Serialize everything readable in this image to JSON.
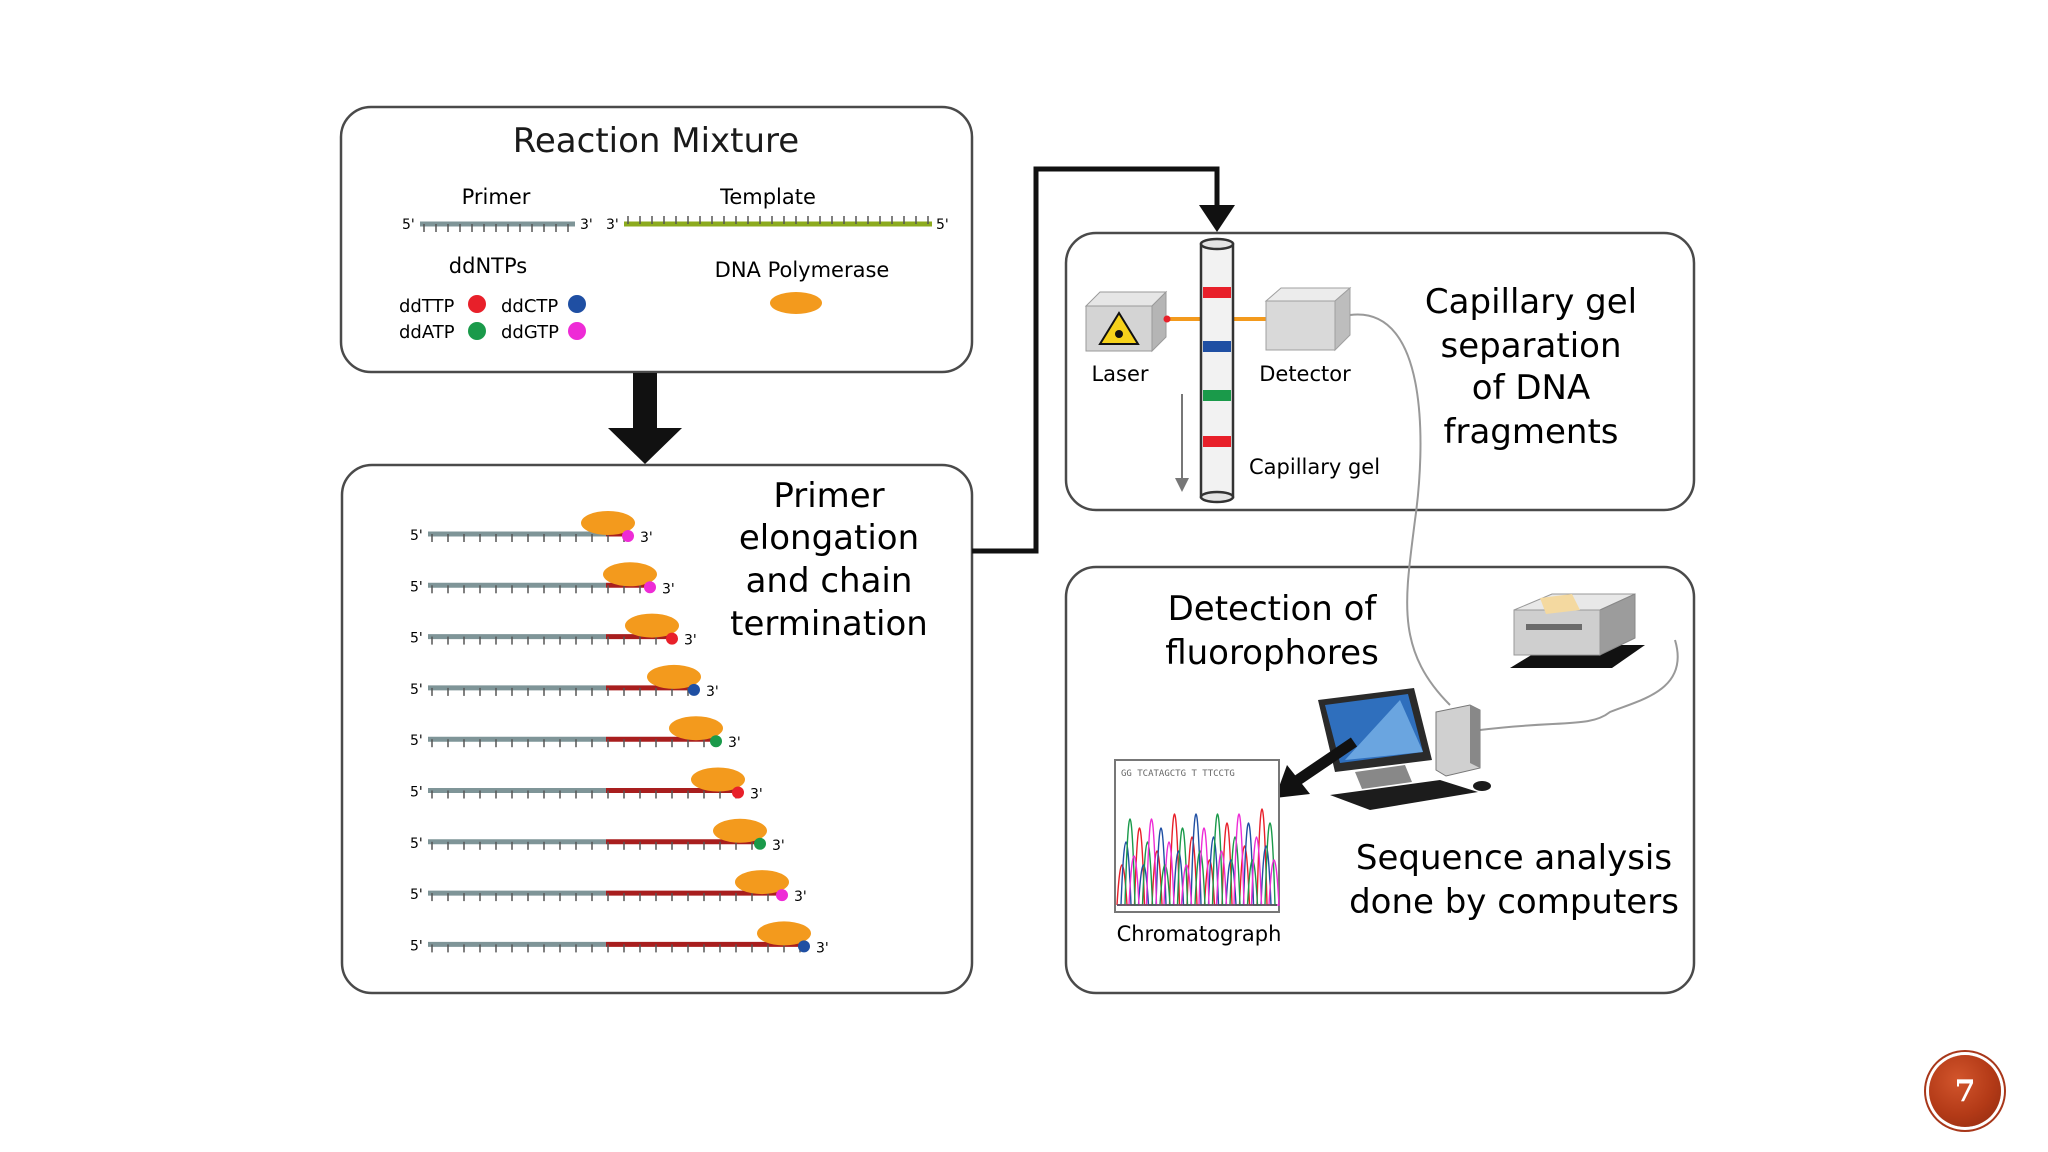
{
  "reaction_mixture": {
    "title": "Reaction Mixture",
    "primer_label": "Primer",
    "template_label": "Template",
    "primer_5": "5'",
    "primer_3": "3'",
    "template_3": "3'",
    "template_5": "5'",
    "ddntps_label": "ddNTPs",
    "polymerase_label": "DNA Polymerase",
    "ddntps": [
      {
        "label": "ddTTP",
        "color": "#e8202a"
      },
      {
        "label": "ddCTP",
        "color": "#1f4fa3"
      },
      {
        "label": "ddATP",
        "color": "#1a9a4a"
      },
      {
        "label": "ddGTP",
        "color": "#ee2bd6"
      }
    ]
  },
  "elongation": {
    "title_lines": [
      "Primer",
      "elongation",
      "and chain",
      "termination"
    ],
    "prime5": "5'",
    "prime3": "3'",
    "fragments": [
      {
        "length": 1,
        "color": "#ee2bd6"
      },
      {
        "length": 2,
        "color": "#ee2bd6"
      },
      {
        "length": 3,
        "color": "#e8202a"
      },
      {
        "length": 4,
        "color": "#1f4fa3"
      },
      {
        "length": 5,
        "color": "#1a9a4a"
      },
      {
        "length": 6,
        "color": "#e8202a"
      },
      {
        "length": 7,
        "color": "#1a9a4a"
      },
      {
        "length": 8,
        "color": "#ee2bd6"
      },
      {
        "length": 9,
        "color": "#1f4fa3"
      }
    ]
  },
  "capillary": {
    "title_lines": [
      "Capillary gel",
      "separation",
      "of DNA",
      "fragments"
    ],
    "laser_label": "Laser",
    "detector_label": "Detector",
    "gel_label": "Capillary gel",
    "bands": [
      "#e8202a",
      "#1f4fa3",
      "#1a9a4a",
      "#e8202a"
    ]
  },
  "detection": {
    "title_lines": [
      "Detection of",
      "fluorophores"
    ],
    "analysis_lines": [
      "Sequence analysis",
      "done by computers"
    ],
    "chromatograph_label": "Chromatograph"
  },
  "colors": {
    "polymerase": "#f39a1d",
    "primer": "#7f9598",
    "template": "#8cab1e",
    "extension": "#a81e1e"
  },
  "page_number": "7"
}
